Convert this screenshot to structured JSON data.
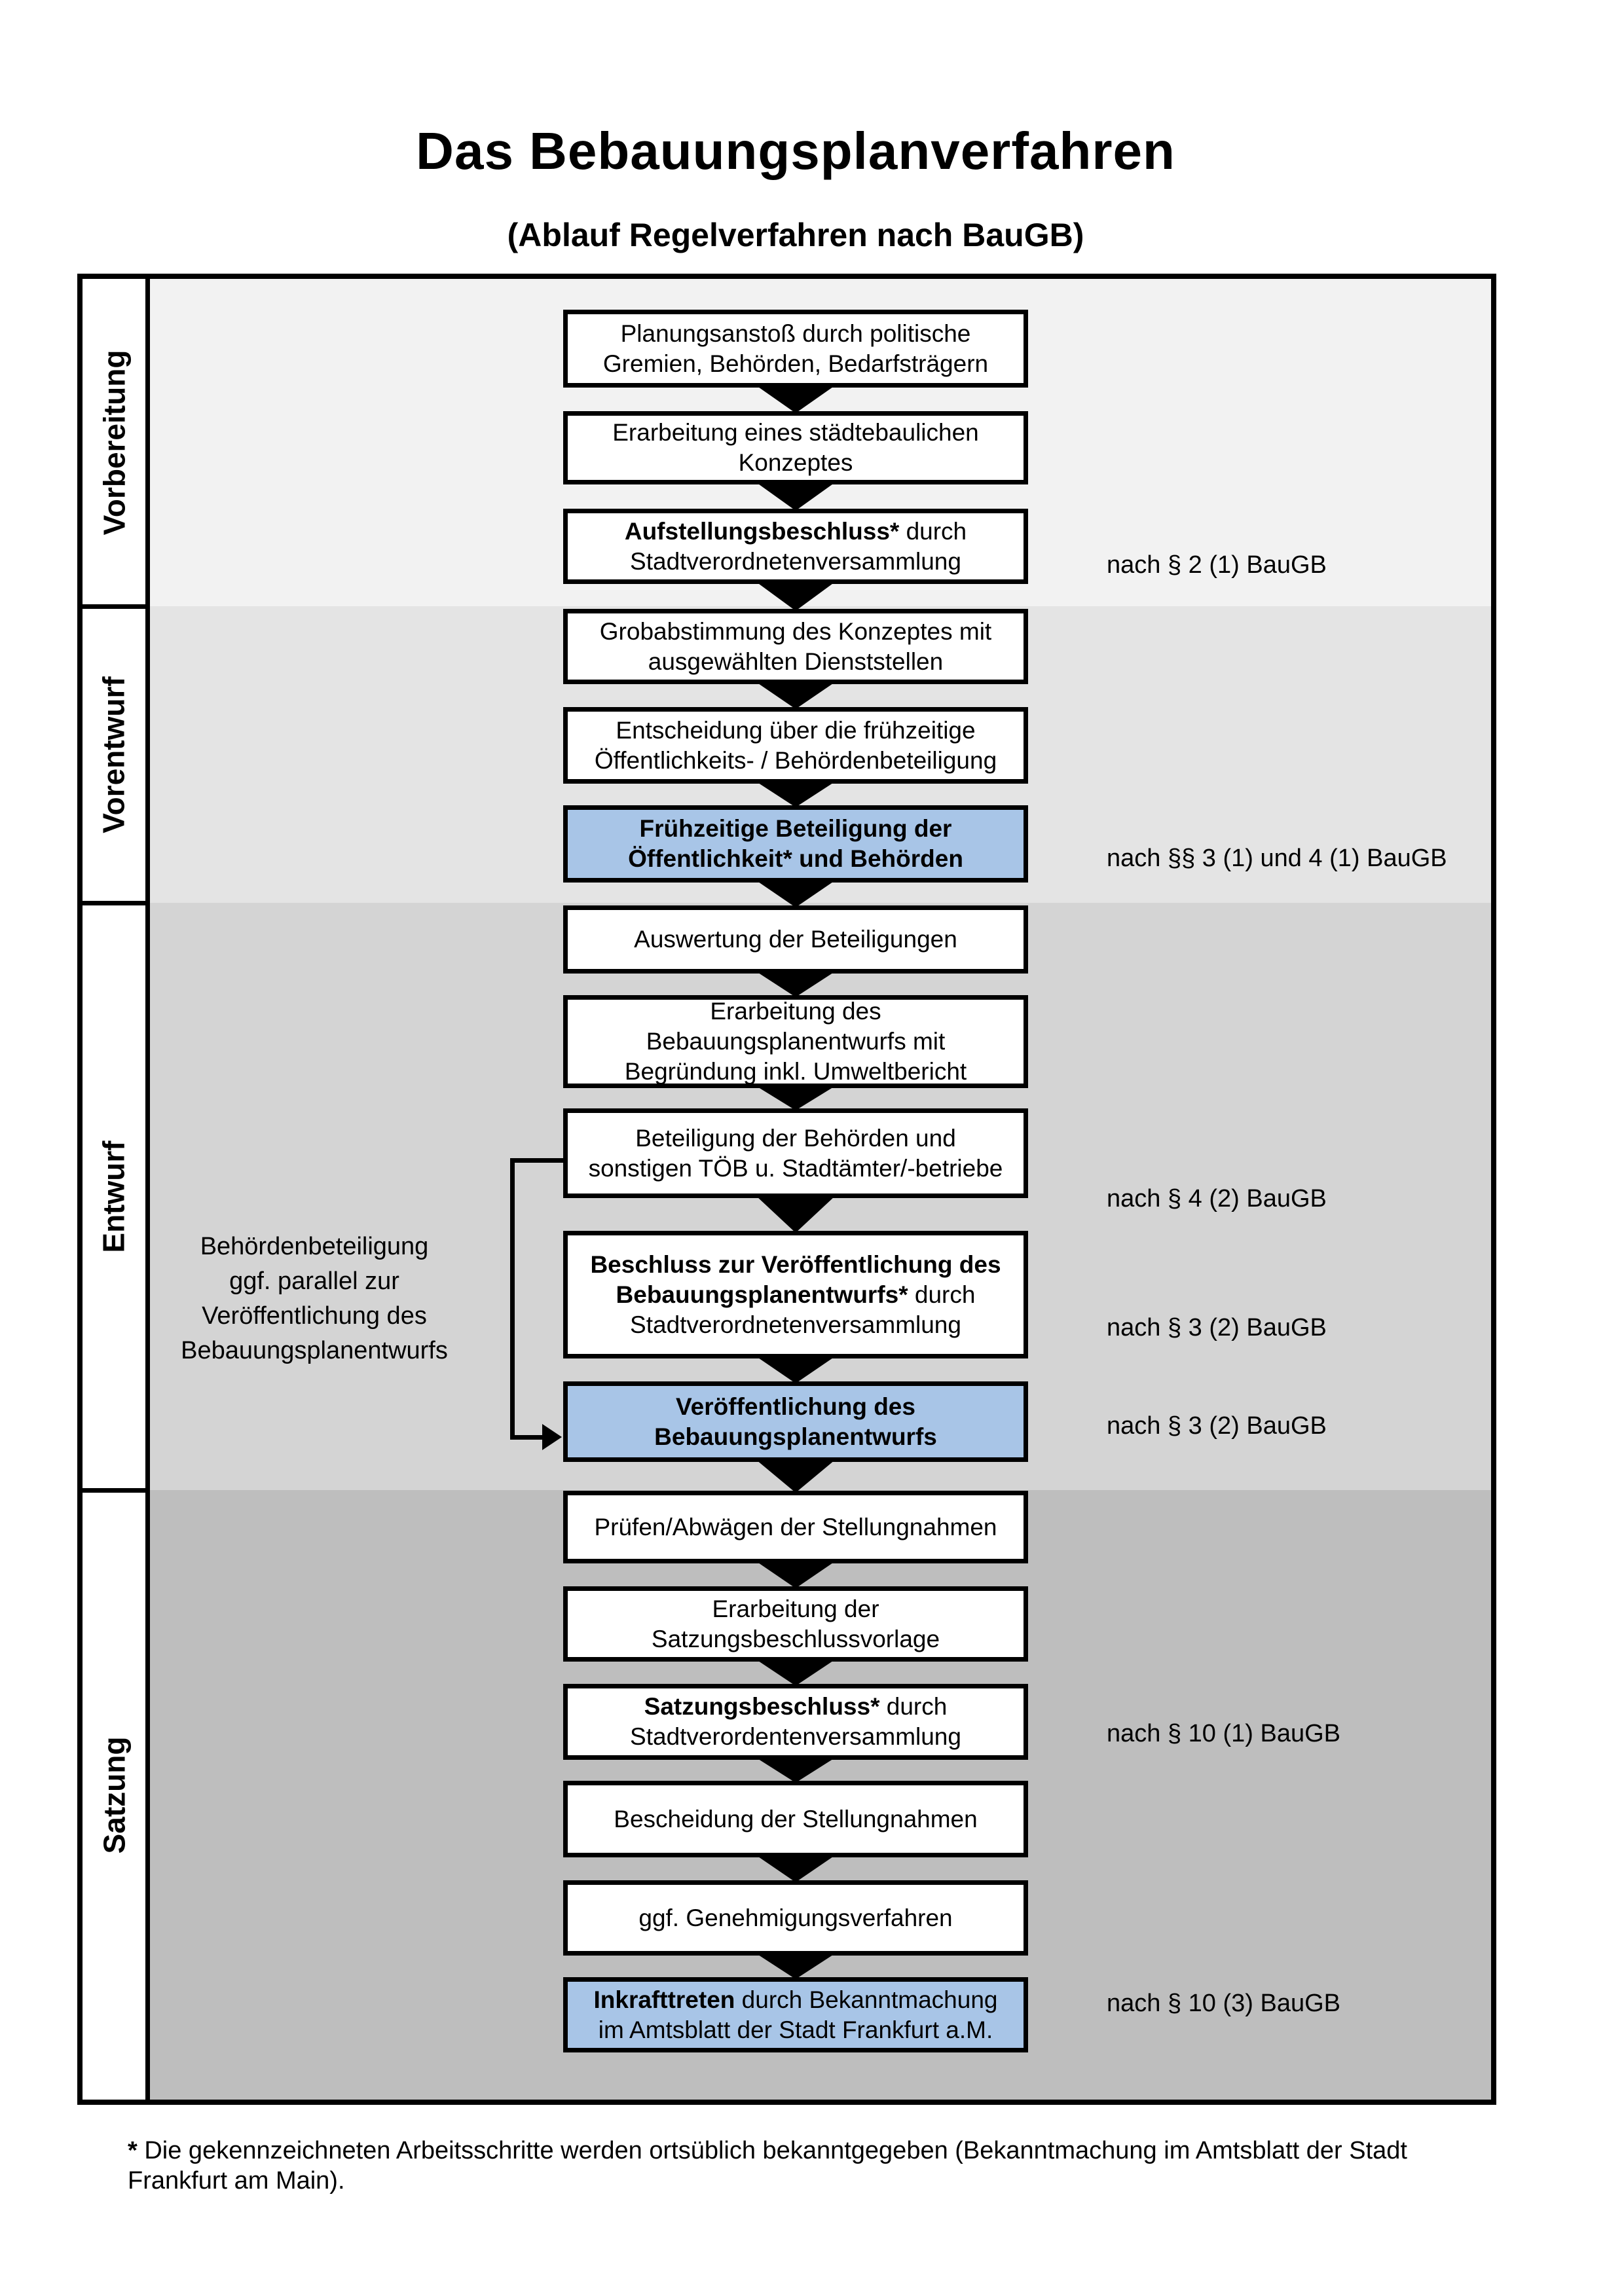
{
  "title": "Das Bebauungsplanverfahren",
  "subtitle": "(Ablauf Regelverfahren nach BauGB)",
  "phases": [
    {
      "id": "vorbereitung",
      "label": "Vorbereitung",
      "fill": "#f2f2f2"
    },
    {
      "id": "vorentwurf",
      "label": "Vorentwurf",
      "fill": "#e4e4e4"
    },
    {
      "id": "entwurf",
      "label": "Entwurf",
      "fill": "#d4d4d4"
    },
    {
      "id": "satzung",
      "label": "Satzung",
      "fill": "#bebebe"
    }
  ],
  "boxes": [
    {
      "id": "planungsanstoss",
      "phase": "vorbereitung",
      "highlight": false,
      "lines": [
        [
          {
            "t": "Planungsanstoß durch politische",
            "b": false
          }
        ],
        [
          {
            "t": "Gremien, Behörden, Bedarfsträgern",
            "b": false
          }
        ]
      ]
    },
    {
      "id": "staedtebauliches_konzept",
      "phase": "vorbereitung",
      "highlight": false,
      "lines": [
        [
          {
            "t": "Erarbeitung eines städtebaulichen",
            "b": false
          }
        ],
        [
          {
            "t": "Konzeptes",
            "b": false
          }
        ]
      ]
    },
    {
      "id": "aufstellungsbeschluss",
      "phase": "vorbereitung",
      "highlight": false,
      "lines": [
        [
          {
            "t": "Aufstellungsbeschluss*",
            "b": true
          },
          {
            "t": " durch",
            "b": false
          }
        ],
        [
          {
            "t": "Stadtverordnetenversammlung",
            "b": false
          }
        ]
      ]
    },
    {
      "id": "grobabstimmung",
      "phase": "vorentwurf",
      "highlight": false,
      "lines": [
        [
          {
            "t": "Grobabstimmung des Konzeptes mit",
            "b": false
          }
        ],
        [
          {
            "t": "ausgewählten Dienststellen",
            "b": false
          }
        ]
      ]
    },
    {
      "id": "entscheidung_beteiligung",
      "phase": "vorentwurf",
      "highlight": false,
      "lines": [
        [
          {
            "t": "Entscheidung über die frühzeitige",
            "b": false
          }
        ],
        [
          {
            "t": "Öffentlichkeits- / Behördenbeteiligung",
            "b": false
          }
        ]
      ]
    },
    {
      "id": "fruehzeitige_beteiligung",
      "phase": "vorentwurf",
      "highlight": true,
      "lines": [
        [
          {
            "t": "Frühzeitige Beteiligung der",
            "b": true
          }
        ],
        [
          {
            "t": "Öffentlichkeit* und Behörden",
            "b": true
          }
        ]
      ]
    },
    {
      "id": "auswertung",
      "phase": "entwurf",
      "highlight": false,
      "lines": [
        [
          {
            "t": "Auswertung der Beteiligungen",
            "b": false
          }
        ]
      ]
    },
    {
      "id": "erarbeitung_entwurf",
      "phase": "entwurf",
      "highlight": false,
      "lines": [
        [
          {
            "t": "Erarbeitung des",
            "b": false
          }
        ],
        [
          {
            "t": "Bebauungsplanentwurfs mit",
            "b": false
          }
        ],
        [
          {
            "t": "Begründung inkl. Umweltbericht",
            "b": false
          }
        ]
      ]
    },
    {
      "id": "behoerdenbeteiligung",
      "phase": "entwurf",
      "highlight": false,
      "lines": [
        [
          {
            "t": "Beteiligung der Behörden und",
            "b": false
          }
        ],
        [
          {
            "t": "sonstigen TÖB u. Stadtämter/-betriebe",
            "b": false
          }
        ]
      ]
    },
    {
      "id": "beschluss_veroeffentlichung",
      "phase": "entwurf",
      "highlight": false,
      "lines": [
        [
          {
            "t": "Beschluss zur Veröffentlichung des",
            "b": true
          }
        ],
        [
          {
            "t": "Bebauungsplanentwurfs*",
            "b": true
          },
          {
            "t": " durch",
            "b": false
          }
        ],
        [
          {
            "t": "Stadtverordnetenversammlung",
            "b": false
          }
        ]
      ]
    },
    {
      "id": "veroeffentlichung",
      "phase": "entwurf",
      "highlight": true,
      "lines": [
        [
          {
            "t": "Veröffentlichung des",
            "b": true
          }
        ],
        [
          {
            "t": "Bebauungsplanentwurfs",
            "b": true
          }
        ]
      ]
    },
    {
      "id": "pruefen_abwaegen",
      "phase": "satzung",
      "highlight": false,
      "lines": [
        [
          {
            "t": "Prüfen/Abwägen der Stellungnahmen",
            "b": false
          }
        ]
      ]
    },
    {
      "id": "satzungsvorlage",
      "phase": "satzung",
      "highlight": false,
      "lines": [
        [
          {
            "t": "Erarbeitung der",
            "b": false
          }
        ],
        [
          {
            "t": "Satzungsbeschlussvorlage",
            "b": false
          }
        ]
      ]
    },
    {
      "id": "satzungsbeschluss",
      "phase": "satzung",
      "highlight": false,
      "lines": [
        [
          {
            "t": "Satzungsbeschluss*",
            "b": true
          },
          {
            "t": " durch",
            "b": false
          }
        ],
        [
          {
            "t": "Stadtverordentenversammlung",
            "b": false
          }
        ]
      ]
    },
    {
      "id": "bescheidung",
      "phase": "satzung",
      "highlight": false,
      "lines": [
        [
          {
            "t": "Bescheidung der Stellungnahmen",
            "b": false
          }
        ]
      ]
    },
    {
      "id": "genehmigungsverfahren",
      "phase": "satzung",
      "highlight": false,
      "lines": [
        [
          {
            "t": "ggf. Genehmigungsverfahren",
            "b": false
          }
        ]
      ]
    },
    {
      "id": "inkrafttreten",
      "phase": "satzung",
      "highlight": true,
      "lines": [
        [
          {
            "t": "Inkrafttreten",
            "b": true
          },
          {
            "t": " durch Bekanntmachung",
            "b": false
          }
        ],
        [
          {
            "t": "im Amtsblatt der Stadt Frankfurt a.M.",
            "b": false
          }
        ]
      ]
    }
  ],
  "legal_notes": [
    {
      "box": "aufstellungsbeschluss",
      "text": "nach § 2 (1) BauGB"
    },
    {
      "box": "fruehzeitige_beteiligung",
      "text": "nach §§ 3 (1) und 4 (1) BauGB"
    },
    {
      "box": "behoerdenbeteiligung",
      "text": "nach § 4 (2) BauGB"
    },
    {
      "box": "beschluss_veroeffentlichung",
      "text": "nach § 3 (2) BauGB"
    },
    {
      "box": "veroeffentlichung",
      "text": "nach § 3 (2) BauGB"
    },
    {
      "box": "satzungsbeschluss",
      "text": "nach § 10 (1) BauGB"
    },
    {
      "box": "inkrafttreten",
      "text": "nach § 10 (3) BauGB"
    }
  ],
  "side_note": {
    "lines": [
      "Behördenbeteiligung",
      "ggf. parallel zur",
      "Veröffentlichung des",
      "Bebauungsplanentwurfs"
    ]
  },
  "footnote": {
    "marker": "*",
    "lines": [
      "Die gekennzeichneten Arbeitsschritte werden ortsüblich bekanntgegeben (Bekanntmachung im Amtsblatt der Stadt",
      "Frankfurt am Main)."
    ]
  },
  "colors": {
    "highlight_fill": "#a8c5e7",
    "box_fill": "#ffffff",
    "line": "#000000"
  }
}
